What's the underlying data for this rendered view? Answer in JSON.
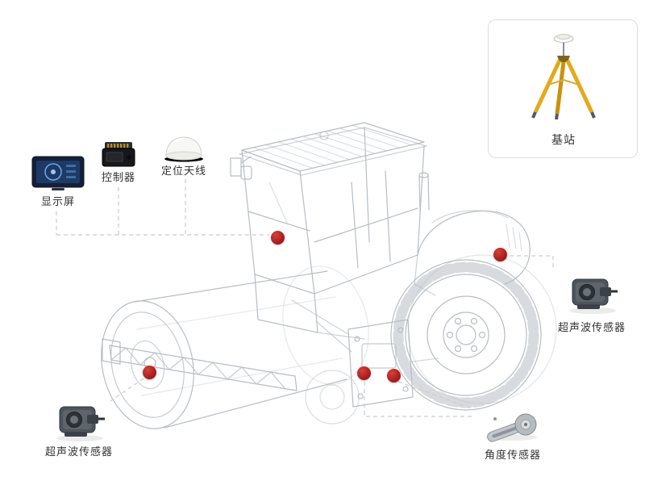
{
  "diagram": {
    "components": {
      "display": {
        "label": "显示屏"
      },
      "controller": {
        "label": "控制器"
      },
      "antenna": {
        "label": "定位天线"
      },
      "base_station": {
        "label": "基站"
      },
      "ultrasonic_right": {
        "label": "超声波传感器"
      },
      "ultrasonic_left": {
        "label": "超声波传感器"
      },
      "angle_sensor": {
        "label": "角度传感器"
      }
    }
  },
  "colors": {
    "marker": "#a5181b",
    "dash": "#cccccc",
    "sketch": "#b7bdc4",
    "label": "#333333",
    "card_border": "#dddddd",
    "tripod": "#e4a91c"
  }
}
